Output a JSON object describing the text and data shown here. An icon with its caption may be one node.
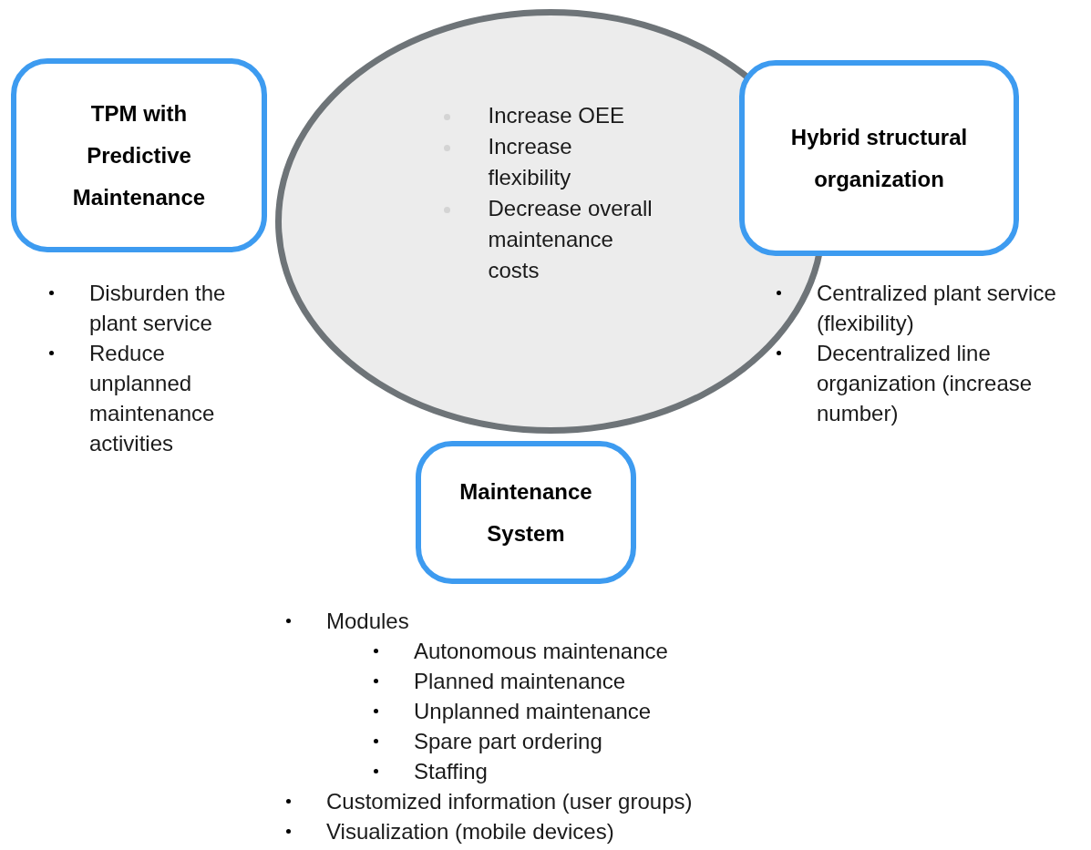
{
  "diagram": {
    "nodes": [
      {
        "text": [
          "TPM with Predictive Maintenance"
        ],
        "beside": [
          "Disburden the plant service",
          "Reduce unplanned maintenance activities"
        ]
      },
      {
        "text": [
          "Increase OEE",
          "Increase flexibility",
          "Decrease overall maintenance costs"
        ]
      },
      {
        "text": [
          "Hybrid structural organization"
        ],
        "beside": [
          "Centralized plant service (flexibility)",
          "Decentralized line organization (increase number)"
        ]
      },
      {
        "text": [
          "Maintenance System"
        ],
        "beside": [
          "Modules",
          "Autonomous maintenance",
          "Planned maintenance",
          "Unplanned maintenance",
          "Spare part ordering",
          "Staffing",
          "Customized information (user groups)",
          "Visualization (mobile devices)"
        ]
      }
    ],
    "edges": []
  }
}
